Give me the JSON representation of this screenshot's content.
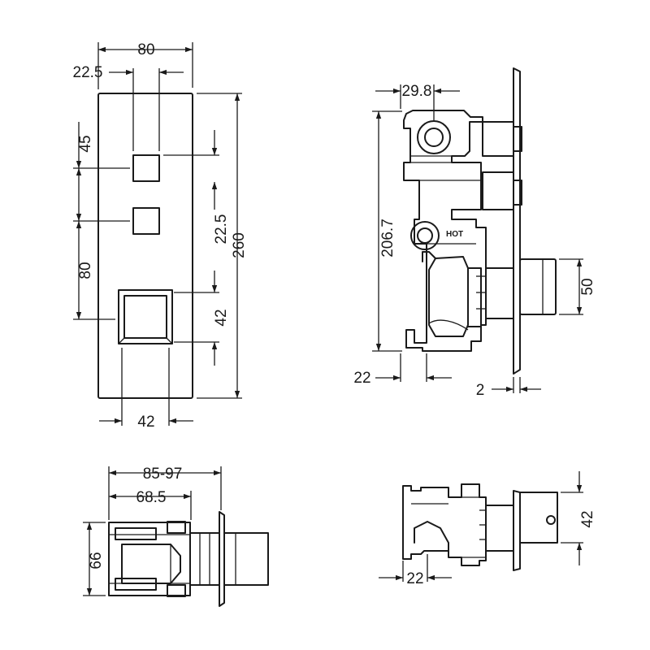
{
  "dimensions": {
    "front_width": "80",
    "front_offset": "22.5",
    "front_height": "260",
    "front_top_offset": "45",
    "front_spacing": "22.5",
    "front_pitch": "80",
    "front_knob_height": "42",
    "front_knob_width": "42",
    "side_top_offset": "29.8",
    "side_body_height": "206.7",
    "side_knob_height": "50",
    "side_depth": "22",
    "side_plate_thickness": "2",
    "top_total_depth": "85-97",
    "top_body_depth": "68.5",
    "top_body_height": "66",
    "top2_depth": "22",
    "top2_knob_height": "42"
  },
  "labels": {
    "hot": "HOT"
  },
  "colors": {
    "line": "#1a1a1a",
    "background": "#ffffff"
  }
}
